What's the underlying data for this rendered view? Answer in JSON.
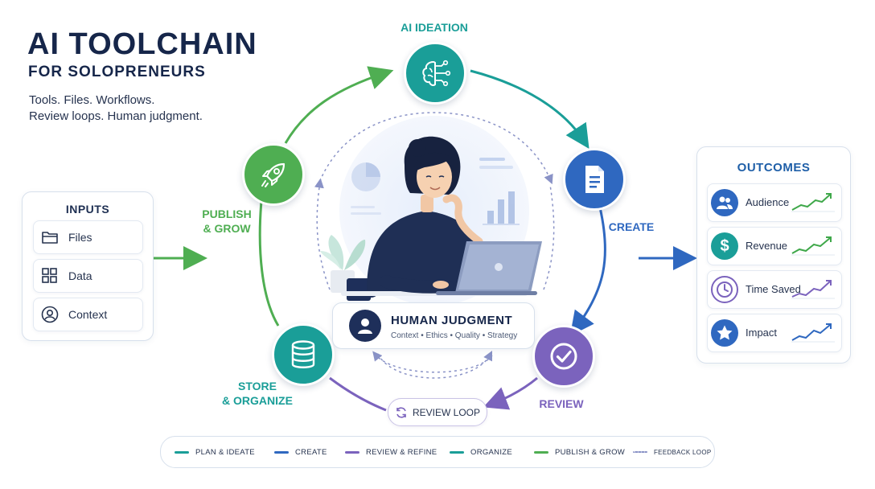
{
  "header": {
    "title": "AI TOOLCHAIN",
    "subtitle": "FOR SOLOPRENEURS",
    "tagline_1": "Tools. Files. Workflows.",
    "tagline_2": "Review loops. Human judgment."
  },
  "inputs": {
    "title": "INPUTS",
    "items": [
      {
        "label": "Files",
        "icon": "folder-icon"
      },
      {
        "label": "Data",
        "icon": "grid-icon"
      },
      {
        "label": "Context",
        "icon": "user-circle-icon"
      }
    ]
  },
  "cycle": {
    "stages": [
      {
        "label": "AI IDEATION",
        "icon": "brain-circuit-icon",
        "color": "#1a9e98"
      },
      {
        "label": "CREATE",
        "icon": "document-icon",
        "color": "#2f68c0"
      },
      {
        "label": "REVIEW",
        "icon": "check-circle-icon",
        "color": "#7b63bd"
      },
      {
        "label_1": "STORE",
        "label_2": "& ORGANIZE",
        "icon": "database-icon",
        "color": "#1a9e98"
      },
      {
        "label_1": "PUBLISH",
        "label_2": "& GROW",
        "icon": "rocket-icon",
        "color": "#4fae52"
      }
    ]
  },
  "center": {
    "card_title": "HUMAN JUDGMENT",
    "card_subtitle": "Context • Ethics • Quality • Strategy",
    "review_loop": "REVIEW LOOP"
  },
  "outcomes": {
    "title": "OUTCOMES",
    "items": [
      {
        "label": "Audience",
        "icon": "people-icon",
        "color": "#2f68c0"
      },
      {
        "label": "Revenue",
        "icon": "dollar-icon",
        "color": "#1a9e98"
      },
      {
        "label": "Time Saved",
        "icon": "clock-icon",
        "color": "#7b63bd"
      },
      {
        "label": "Impact",
        "icon": "star-icon",
        "color": "#2f68c0"
      }
    ]
  },
  "legend": {
    "items": [
      {
        "label": "PLAN & IDEATE",
        "color": "#1a9e98"
      },
      {
        "label": "CREATE",
        "color": "#2f68c0"
      },
      {
        "label": "REVIEW & REFINE",
        "color": "#7b63bd"
      },
      {
        "label": "ORGANIZE",
        "color": "#1a9e98"
      },
      {
        "label": "PUBLISH & GROW",
        "color": "#4fae52"
      },
      {
        "label": "FEEDBACK LOOP",
        "color": "#8a93c7"
      }
    ]
  }
}
